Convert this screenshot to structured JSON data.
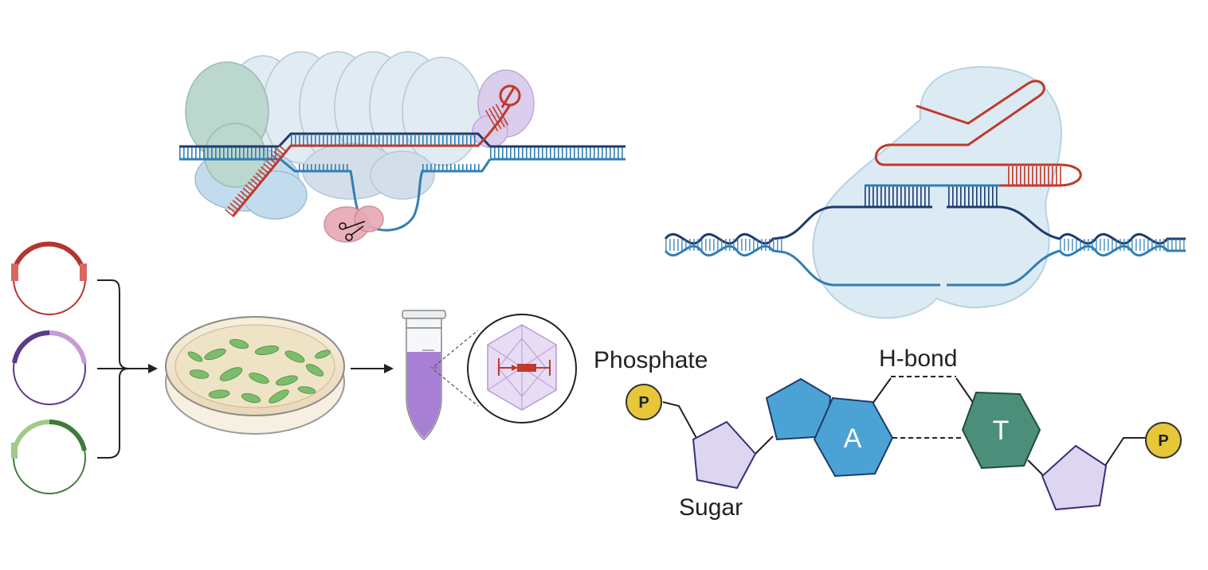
{
  "labels": {
    "phosphate": "Phosphate",
    "sugar": "Sugar",
    "hbond": "H-bond",
    "base_a": "A",
    "base_t": "T",
    "p_left": "P",
    "p_right": "P"
  },
  "colors": {
    "dna_dark": "#1e3a6e",
    "dna_light": "#2f7fb5",
    "rna_red": "#c0392b",
    "protein_light": "#dde9f1",
    "protein_green": "#b5d3c9",
    "protein_purple": "#d8c8ea",
    "nuclease_pink": "#e7a8b4",
    "adenine": "#4aa3d4",
    "thymine": "#4b8f7a",
    "sugar": "#ddd6f1",
    "phosphate": "#e7c63a",
    "plasmid_red": "#b5342c",
    "plasmid_purple": "#5b3a86",
    "plasmid_green": "#3f7b3a",
    "tube_liquid": "#a77fd4"
  },
  "icons": [
    "crispr-complex-icon",
    "prime-editor-complex-icon",
    "plasmid-icon",
    "petri-dish-icon",
    "tube-icon",
    "aav-capsid-icon",
    "scissors-icon"
  ]
}
